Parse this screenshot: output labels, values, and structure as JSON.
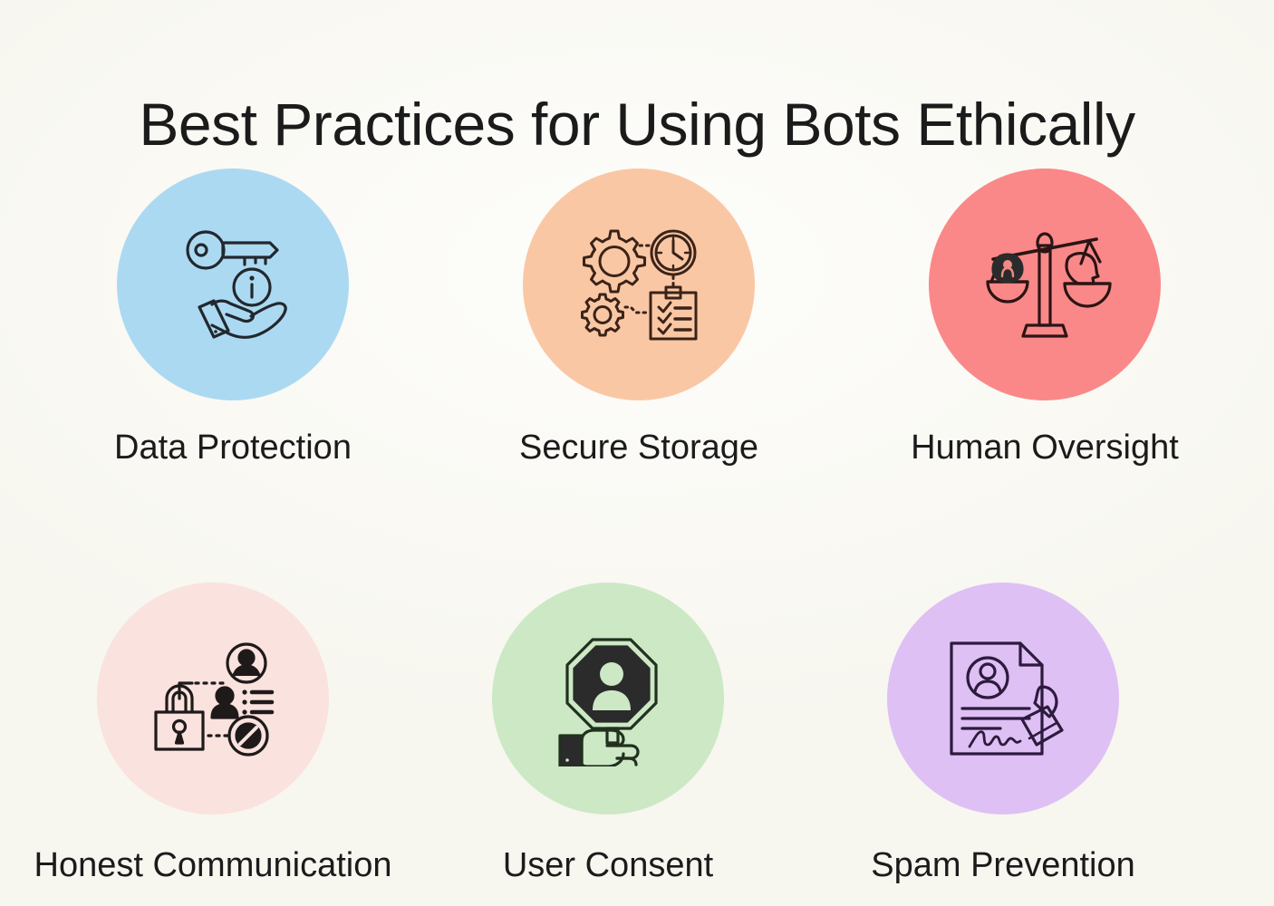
{
  "header": {
    "title": "Best Practices for Using Bots Ethically"
  },
  "theme": {
    "background_color": "#fbfaf6",
    "text_color": "#1b1b1b",
    "icon_stroke_color": "#1f1a1a"
  },
  "cards": [
    {
      "label": "Data Protection",
      "icon": "key-hand-info-icon",
      "circle_color": "#acd9f2",
      "row": 1,
      "column": 1
    },
    {
      "label": "Secure Storage",
      "icon": "gears-clock-clipboard-icon",
      "circle_color": "#fac7a5",
      "row": 1,
      "column": 2
    },
    {
      "label": "Human Oversight",
      "icon": "balance-scale-heads-icon",
      "circle_color": "#fa8888",
      "row": 1,
      "column": 3
    },
    {
      "label": "Honest Communication",
      "icon": "lock-users-block-icon",
      "circle_color": "#fae2de",
      "row": 2,
      "column": 1
    },
    {
      "label": "User Consent",
      "icon": "hand-holding-person-sign-icon",
      "circle_color": "#cce8c4",
      "row": 2,
      "column": 2
    },
    {
      "label": "Spam Prevention",
      "icon": "document-signature-stamp-icon",
      "circle_color": "#dec0f5",
      "row": 2,
      "column": 3
    }
  ]
}
